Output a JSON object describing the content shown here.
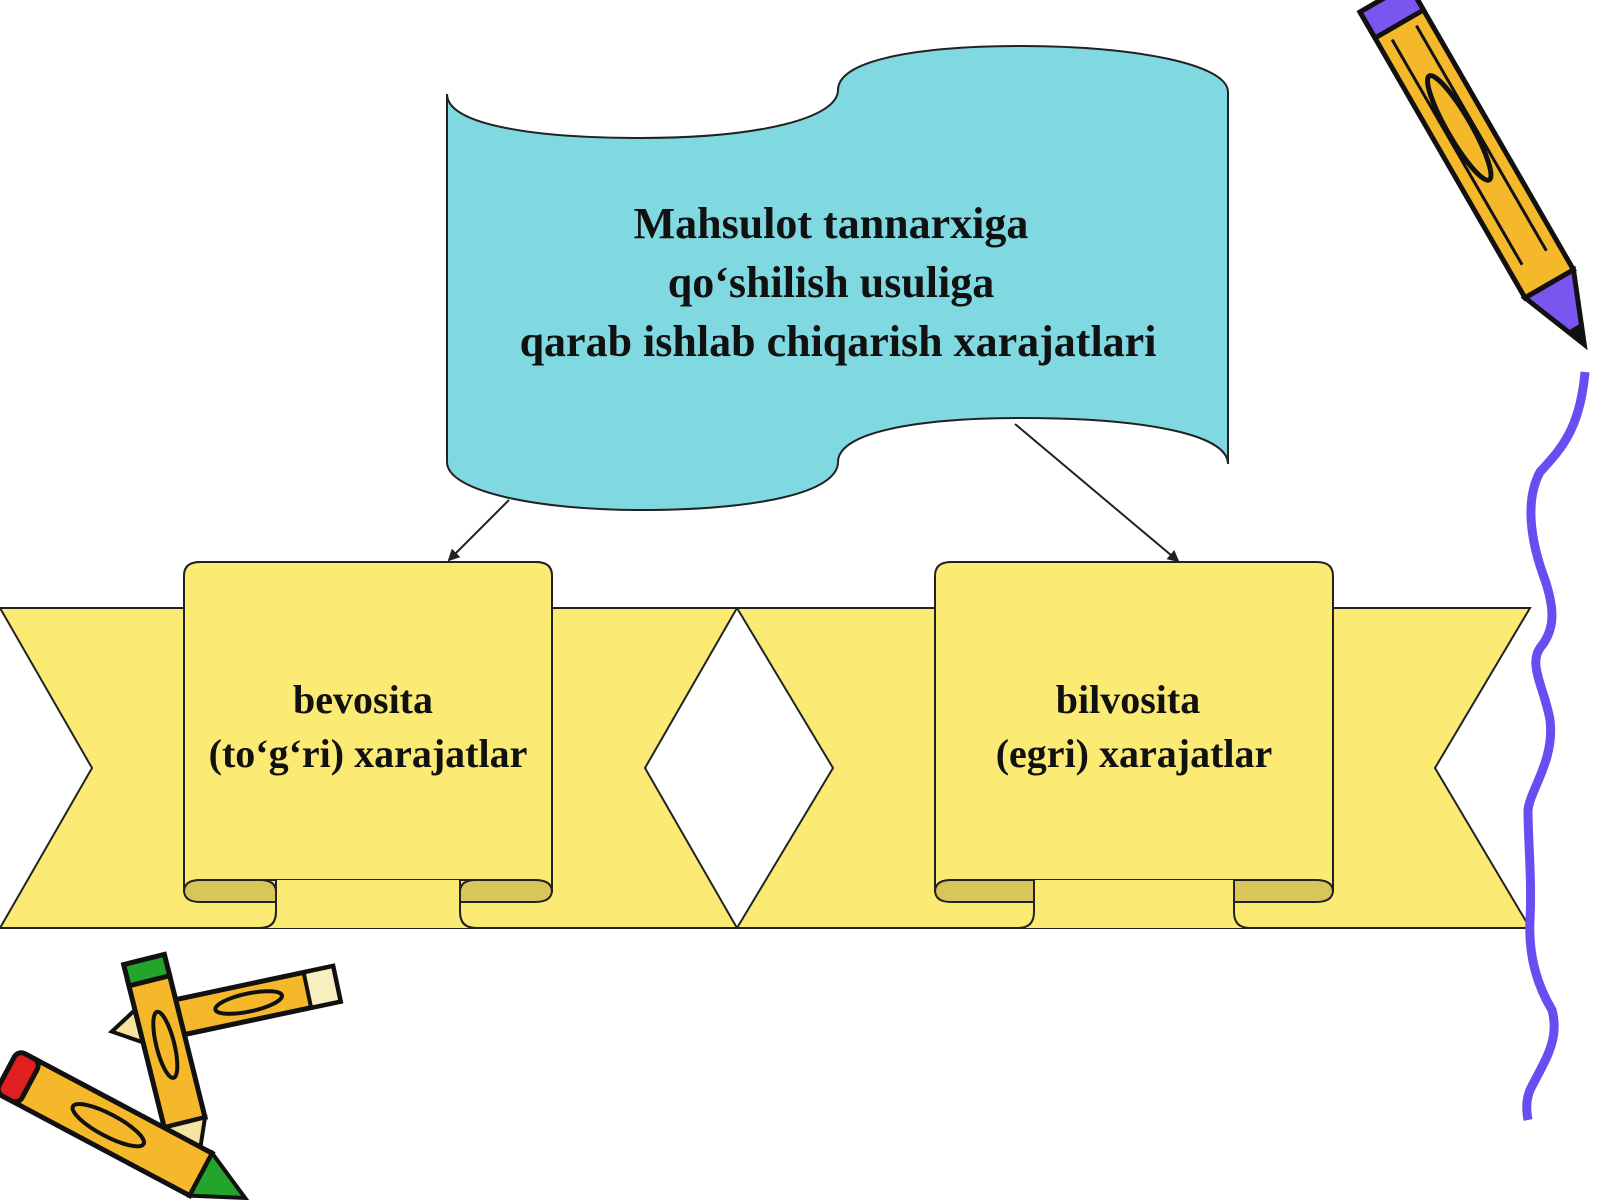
{
  "colors": {
    "title_fill": "#80d8e0",
    "box_fill": "#fbeb74",
    "box_shade": "#d8c65a",
    "outline": "#222222",
    "pencil_yellow": "#f5b82a",
    "pencil_purple": "#7b55f0",
    "pencil_red": "#e02020",
    "pencil_green": "#22a52a",
    "squiggle": "#6a4cf0"
  },
  "title": {
    "lines": [
      "Mahsulot tannarxiga",
      "qo‘shilish usuliga",
      "qarab ishlab chiqarish xarajatlari"
    ]
  },
  "left_box": {
    "lines": [
      "bevosita",
      "(to‘g‘ri) xarajatlar"
    ]
  },
  "right_box": {
    "lines": [
      "bilvosita",
      "(egri) xarajatlar"
    ]
  },
  "decorations": {
    "icons": [
      "pencil-icon",
      "pencils-cluster-icon",
      "squiggle-line"
    ]
  }
}
